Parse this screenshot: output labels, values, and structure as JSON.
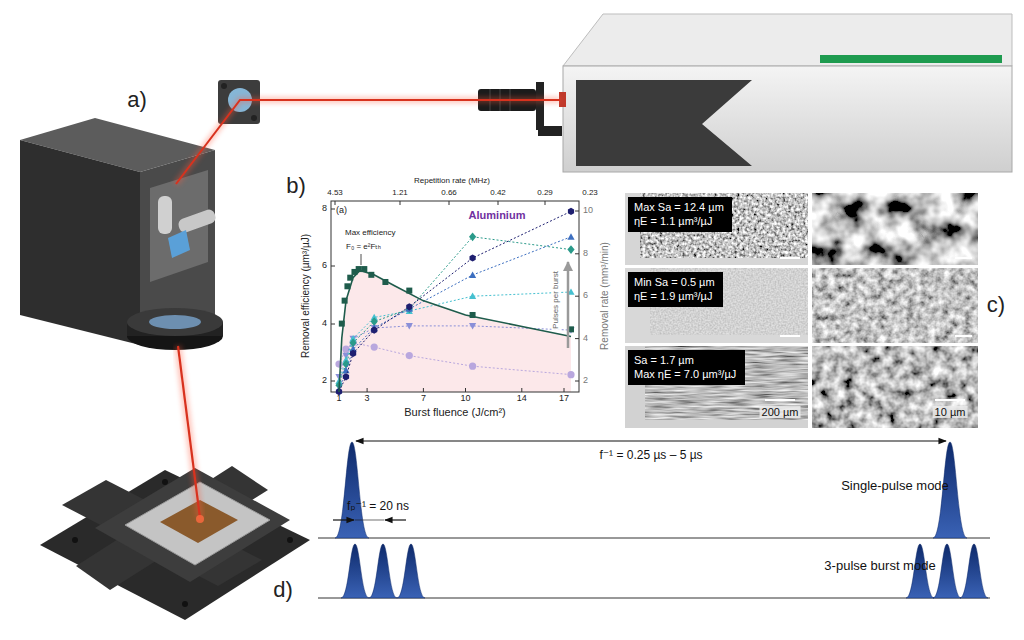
{
  "diagram": {
    "nodes": [
      {
        "text": [
          "Max Sa = 12.4 µm",
          "ηE = 1.1 µm³/µJ"
        ]
      },
      {
        "text": [
          "Min Sa = 0.5 µm",
          "ηE = 1.9 µm³/µJ"
        ]
      },
      {
        "text": [
          "Sa = 1.7 µm",
          "Max ηE = 7.0 µm³/µJ"
        ]
      }
    ],
    "labels": [
      "a)",
      "b)",
      "Repetition rate (MHz)",
      "4.53",
      "1.21",
      "0.66",
      "0.42",
      "0.29",
      "0.23",
      "(a)",
      "Aluminium",
      "Max efficiency",
      "F₀ = e²Fₜₕ",
      "Pulses per burst",
      "8",
      "6",
      "4",
      "2",
      "Removal efficiency (µm³/µJ)",
      "10",
      "8",
      "6",
      "4",
      "2",
      "Removal rate (mm³/min)",
      "1",
      "3",
      "7",
      "10",
      "14",
      "17",
      "Burst fluence (J/cm²)",
      "200 µm",
      "10 µm",
      "f⁻¹ = 0.25 µs – 5 µs",
      "Single-pulse mode",
      "fₚ⁻¹ = 20 ns",
      "3-pulse burst mode",
      "c)",
      "d)"
    ]
  }
}
